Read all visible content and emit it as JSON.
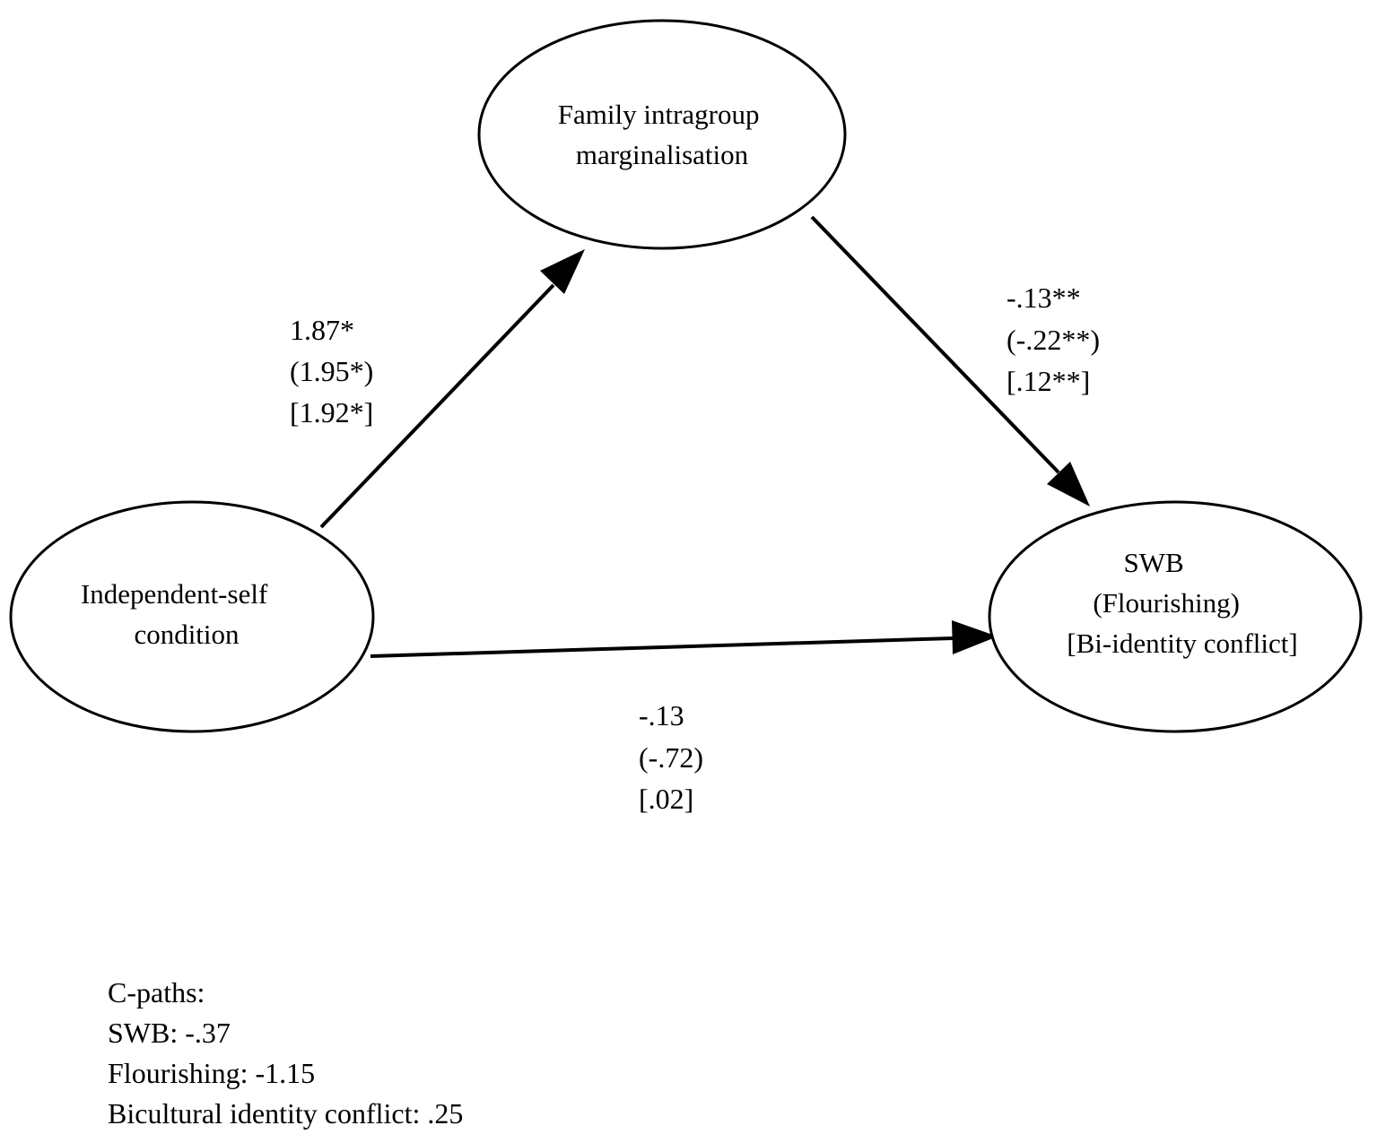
{
  "nodes": {
    "mediator": {
      "lines": [
        "Family intragroup",
        "marginalisation"
      ]
    },
    "predictor": {
      "lines": [
        "Independent-self",
        "condition"
      ]
    },
    "outcome": {
      "lines": [
        "SWB",
        "(Flourishing)",
        "[Bi-identity conflict]"
      ]
    }
  },
  "edges": {
    "a_path": {
      "lines": [
        "1.87*",
        "(1.95*)",
        "[1.92*]"
      ]
    },
    "b_path": {
      "lines": [
        "-.13**",
        "(-.22**)",
        "[.12**]"
      ]
    },
    "c_prime_path": {
      "lines": [
        "-.13",
        "(-.72)",
        "[.02]"
      ]
    }
  },
  "c_paths": {
    "title": "C-paths:",
    "items": [
      "SWB: -.37",
      "Flourishing: -1.15",
      "Bicultural identity conflict: .25"
    ]
  },
  "colors": {
    "stroke": "#000000",
    "background": "#ffffff"
  }
}
